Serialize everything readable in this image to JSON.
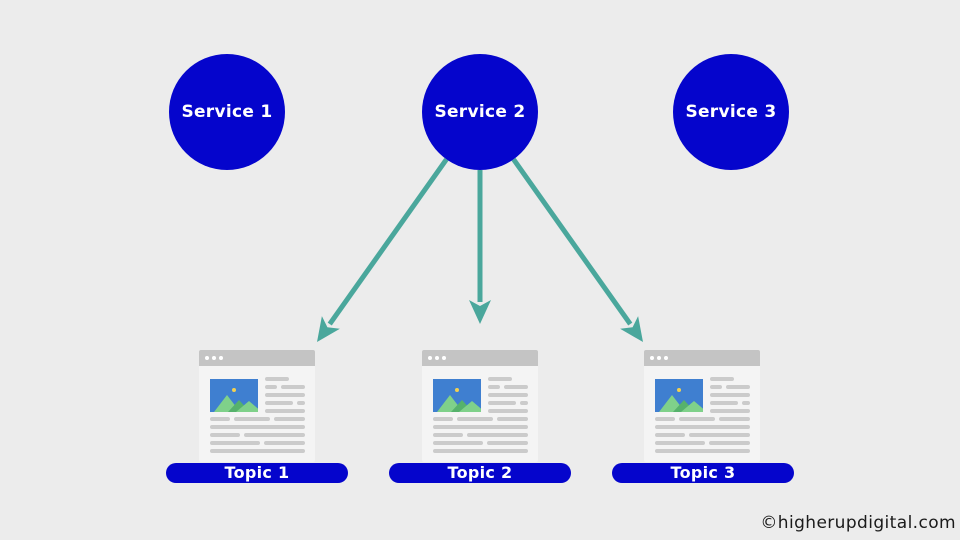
{
  "diagram": {
    "services": [
      {
        "id": "service-1",
        "label": "Service 1"
      },
      {
        "id": "service-2",
        "label": "Service 2"
      },
      {
        "id": "service-3",
        "label": "Service 3"
      }
    ],
    "topics": [
      {
        "id": "topic-1",
        "label": "Topic 1"
      },
      {
        "id": "topic-2",
        "label": "Topic 2"
      },
      {
        "id": "topic-3",
        "label": "Topic 3"
      }
    ],
    "edges": [
      {
        "from": "service-2",
        "to": "topic-1"
      },
      {
        "from": "service-2",
        "to": "topic-2"
      },
      {
        "from": "service-2",
        "to": "topic-3"
      }
    ]
  },
  "colors": {
    "background": "#ececec",
    "node": "#0505cc",
    "node_text": "#ffffff",
    "arrow": "#4aa79c",
    "page_bar": "#c4c4c4",
    "page_image": "#3f7fd0"
  },
  "icons": [
    "web-page-icon",
    "image-thumbnail-icon"
  ],
  "footer": {
    "copyright": "©higherupdigital.com"
  }
}
